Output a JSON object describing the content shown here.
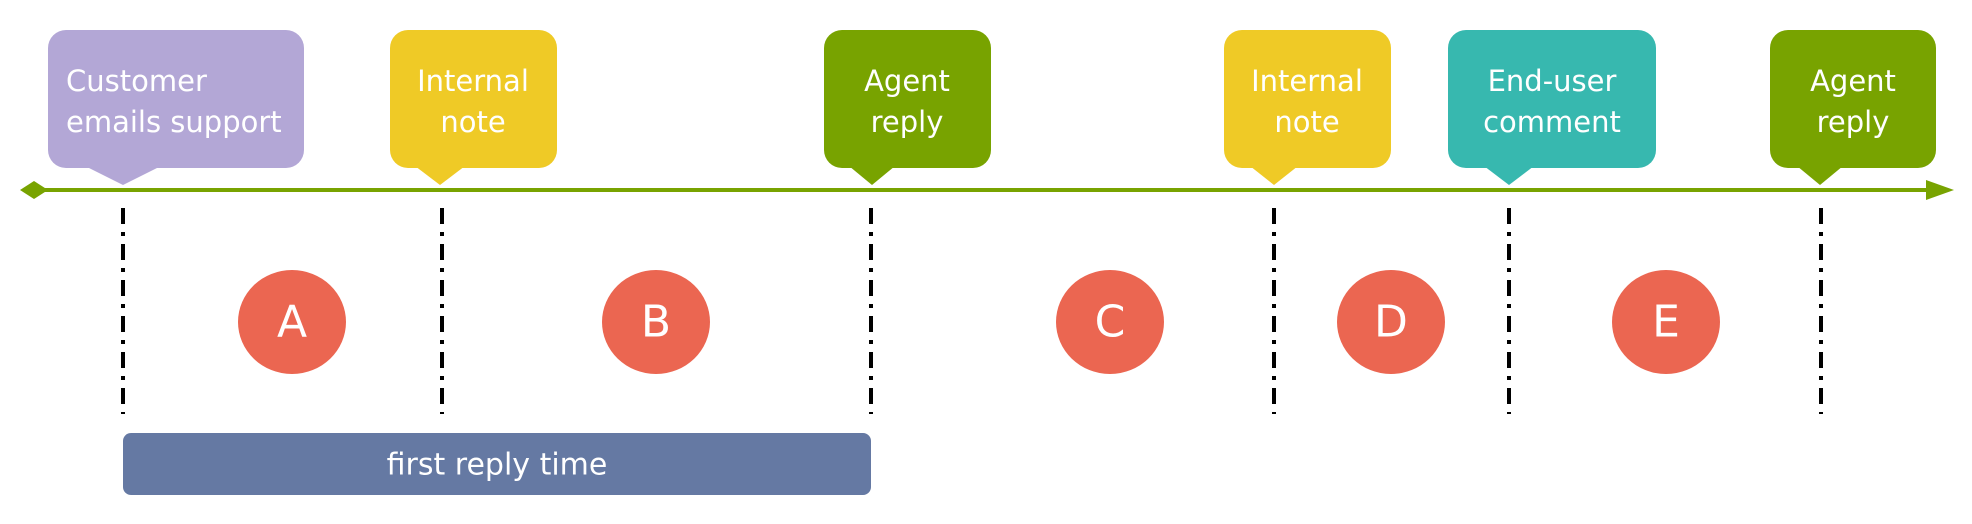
{
  "events": [
    {
      "lines": [
        "Customer",
        "emails support"
      ],
      "color": "#b3a7d6",
      "align": "left"
    },
    {
      "lines": [
        "Internal",
        "note"
      ],
      "color": "#efca26",
      "align": "center"
    },
    {
      "lines": [
        "Agent",
        "reply"
      ],
      "color": "#78a300",
      "align": "center"
    },
    {
      "lines": [
        "Internal",
        "note"
      ],
      "color": "#efca26",
      "align": "center"
    },
    {
      "lines": [
        "End-user",
        "comment"
      ],
      "color": "#37b8af",
      "align": "center"
    },
    {
      "lines": [
        "Agent",
        "reply"
      ],
      "color": "#78a300",
      "align": "center"
    }
  ],
  "segments": [
    "A",
    "B",
    "C",
    "D",
    "E"
  ],
  "segment_color": "#eb6651",
  "timeline_color": "#78a300",
  "divider_color": "#000000",
  "first_reply_bar": {
    "label": "first reply time",
    "color": "#6579a3"
  }
}
